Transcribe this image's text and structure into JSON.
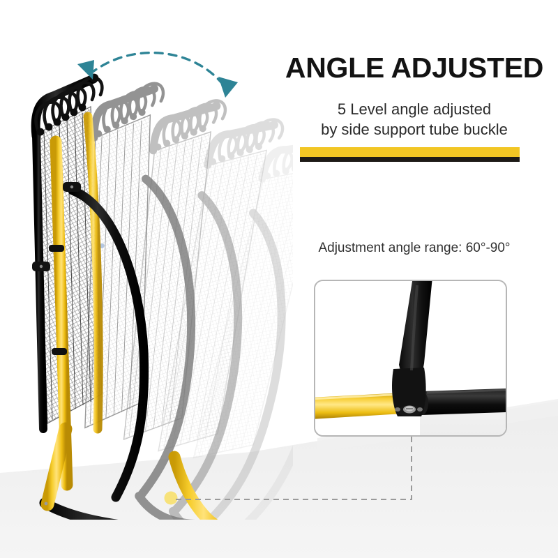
{
  "page": {
    "background_color": "#FFFFFF",
    "floor_color": "#F1F1F1"
  },
  "text": {
    "headline": "ANGLE ADJUSTED",
    "subhead_line1": "5 Level angle adjusted",
    "subhead_line2": "by side support tube buckle",
    "angle_note": "Adjustment angle range: 60°-90°"
  },
  "divider": {
    "yellow_color": "#F2C624",
    "dark_color": "#1D1A16"
  },
  "arrow": {
    "name": "double-headed-arc-arrow",
    "color": "#2E8496",
    "style": "dashed",
    "heads": 2
  },
  "product": {
    "name": "soccer-rebounder-net",
    "frame_black": "#151515",
    "frame_yellow": "#F2C01E",
    "ghost_positions": 5,
    "ghost_colors": [
      "#8E8E8E",
      "#A8A8A8",
      "#C2C2C2",
      "#DCDCDC"
    ],
    "pivot_marker_color": "#F7E27A"
  },
  "inset": {
    "name": "tube-buckle-closeup",
    "border_color": "#B6B6B6",
    "tube_yellow": "#EFC01C",
    "tube_black": "#141414"
  },
  "connector": {
    "color": "#9A9A9A",
    "style": "dashed"
  }
}
